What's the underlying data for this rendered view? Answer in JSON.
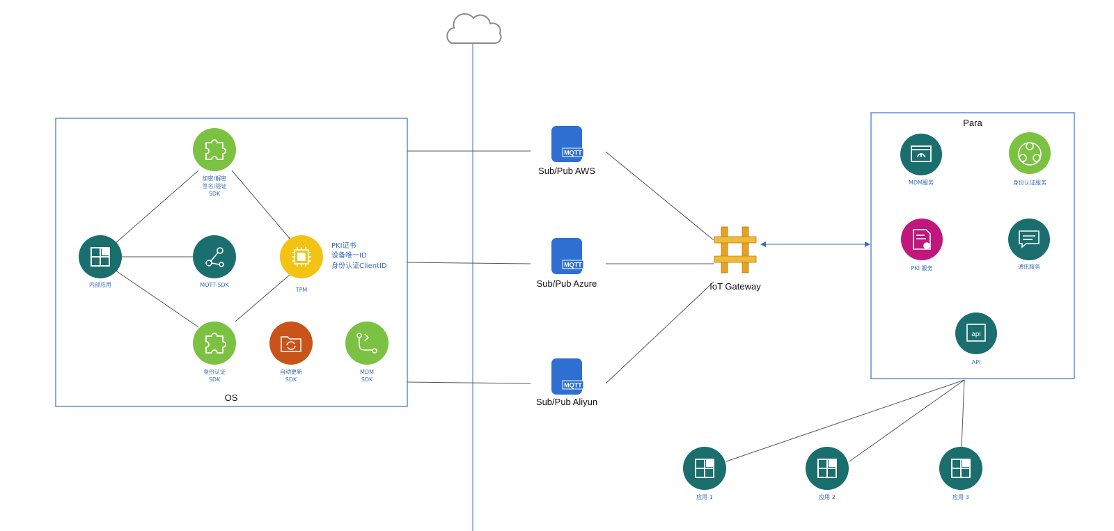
{
  "colors": {
    "teal": "#1b6e6e",
    "green": "#7cc242",
    "yellow": "#f2c313",
    "orange": "#c9541a",
    "magenta": "#c0177d",
    "mqtt_blue": "#2e6fd1",
    "gateway_gold": "#e5a223",
    "box_border": "#5b8fd4",
    "label_blue": "#3b6db3"
  },
  "os_box": {
    "title": "OS",
    "nodes": {
      "internal_app": {
        "label": "内部应用",
        "icon": "app-grid-icon"
      },
      "crypto_sdk": {
        "lines": [
          "加密/解密",
          "签名/验证",
          "SDK"
        ],
        "icon": "puzzle-icon"
      },
      "mqtt_sdk": {
        "label": "MQTT-SDK",
        "icon": "share-nodes-icon"
      },
      "tpm": {
        "label": "TPM",
        "icon": "chip-icon"
      },
      "tpm_notes": [
        "PKI证书",
        "设备唯一ID",
        "身份认证ClientID"
      ],
      "auth_sdk": {
        "lines": [
          "身份认证",
          "SDK"
        ],
        "icon": "puzzle-icon"
      },
      "update_sdk": {
        "lines": [
          "自动更新",
          "SDK"
        ],
        "icon": "folder-sync-icon"
      },
      "mdm_sdk": {
        "lines": [
          "MDM",
          "SDK"
        ],
        "icon": "route-icon"
      }
    }
  },
  "brokers": [
    {
      "label": "Sub/Pub AWS",
      "badge": "MQTT",
      "icon": "mqtt-broker-icon"
    },
    {
      "label": "Sub/Pub Azure",
      "badge": "MQTT",
      "icon": "mqtt-broker-icon"
    },
    {
      "label": "Sub/Pub Aliyun",
      "badge": "MQTT",
      "icon": "mqtt-broker-icon"
    }
  ],
  "gateway": {
    "label": "IoT Gateway",
    "icon": "api-gateway-icon"
  },
  "para_box": {
    "title": "Para",
    "nodes": {
      "mdm_service": {
        "label": "MDM服务",
        "icon": "monitor-icon"
      },
      "auth_service": {
        "label": "身份认证服务",
        "icon": "users-icon"
      },
      "pki_service": {
        "label": "PKI 服务",
        "icon": "certificate-icon"
      },
      "msg_service": {
        "label": "通讯服务",
        "icon": "chat-icon"
      },
      "api": {
        "label": "API",
        "badge": "api",
        "icon": "api-doc-icon"
      }
    }
  },
  "apps": [
    {
      "label": "应用 1",
      "icon": "app-grid-icon"
    },
    {
      "label": "应用 2",
      "icon": "app-grid-icon"
    },
    {
      "label": "应用 3",
      "icon": "app-grid-icon"
    }
  ]
}
